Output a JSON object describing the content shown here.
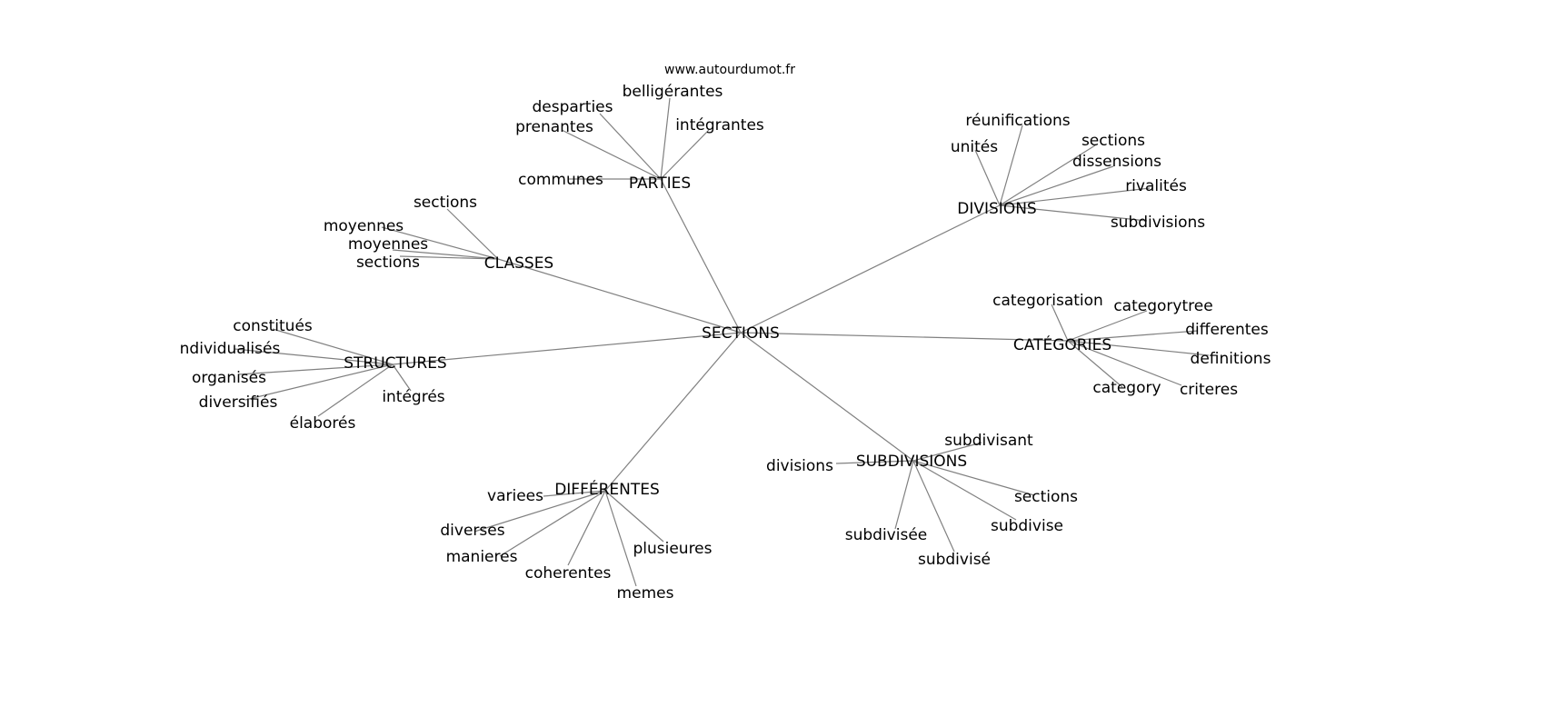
{
  "title": "www.autourdumot.fr",
  "center": "SECTIONS",
  "colors": {
    "edge": "#808080",
    "text": "#000000"
  },
  "groups": [
    {
      "hub": "PARTIES",
      "children": [
        "prenantes",
        "desparties",
        "belligérantes",
        "intégrantes",
        "communes"
      ]
    },
    {
      "hub": "CLASSES",
      "children": [
        "sections",
        "moyennes",
        "moyennes",
        "sections"
      ]
    },
    {
      "hub": "DIVISIONS",
      "children": [
        "unités",
        "réunifications",
        "sections",
        "dissensions",
        "rivalités",
        "subdivisions"
      ]
    },
    {
      "hub": "CATÉGORIES",
      "children": [
        "categorisation",
        "categorytree",
        "differentes",
        "definitions",
        "criteres",
        "category"
      ]
    },
    {
      "hub": "STRUCTURES",
      "children": [
        "constitués",
        "ndividualisés",
        "organisés",
        "diversifiés",
        "élaborés",
        "intégrés"
      ]
    },
    {
      "hub": "DIFFÉRENTES",
      "children": [
        "variees",
        "diverses",
        "manieres",
        "coherentes",
        "memes",
        "plusieures"
      ]
    },
    {
      "hub": "SUBDIVISIONS",
      "children": [
        "subdivisant",
        "divisions",
        "sections",
        "subdivise",
        "subdivisé",
        "subdivisée"
      ]
    }
  ]
}
